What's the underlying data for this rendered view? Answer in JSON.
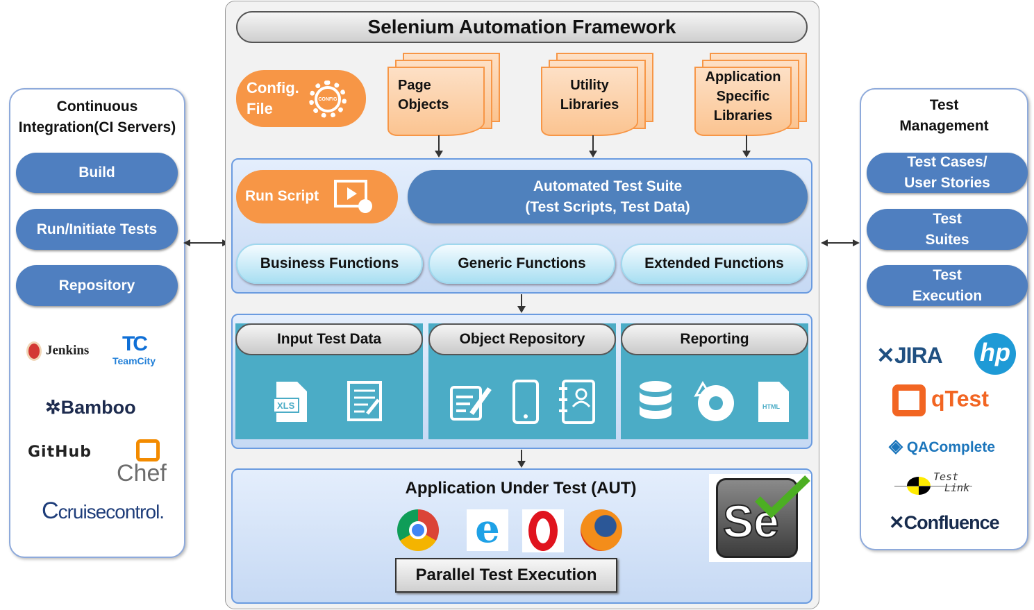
{
  "title": "Selenium Automation Framework",
  "ci": {
    "title_line1": "Continuous",
    "title_line2": "Integration(CI Servers)",
    "buttons": [
      "Build",
      "Run/Initiate Tests",
      "Repository"
    ],
    "logos": {
      "jenkins": "Jenkins",
      "teamcity_mark": "TC",
      "teamcity": "TeamCity",
      "bamboo": "Bamboo",
      "github": "GitHub",
      "chef": "Chef",
      "cruisecontrol": "cruisecontrol."
    }
  },
  "tm": {
    "title_line1": "Test",
    "title_line2": "Management",
    "buttons": [
      [
        "Test Cases/",
        "User Stories"
      ],
      [
        "Test",
        "Suites"
      ],
      [
        "Test",
        "Execution"
      ]
    ],
    "logos": {
      "jira": "JIRA",
      "hp": "hp",
      "qtest": "qTest",
      "qacomplete": "QAComplete",
      "testlink_1": "Test",
      "testlink_2": "Link",
      "confluence": "Confluence"
    }
  },
  "config": {
    "line1": "Config.",
    "line2": "File",
    "badge": "CONFIG"
  },
  "docs": [
    [
      "Page",
      "Objects"
    ],
    [
      "Utility",
      "Libraries"
    ],
    [
      "Application",
      "Specific",
      "Libraries"
    ]
  ],
  "run_script": "Run Script",
  "suite": {
    "line1": "Automated Test Suite",
    "line2": "(Test Scripts, Test Data)"
  },
  "functions": [
    "Business Functions",
    "Generic Functions",
    "Extended Functions"
  ],
  "sections": [
    {
      "title": "Input Test Data",
      "xls": "XLS"
    },
    {
      "title": "Object Repository"
    },
    {
      "title": "Reporting",
      "html": "HTML"
    }
  ],
  "aut": {
    "title": "Application Under Test (AUT)",
    "parallel": "Parallel Test Execution",
    "selenium": "Se"
  },
  "colors": {
    "orange": "#f79646",
    "blue": "#4f7fc0",
    "teal": "#4bacc6"
  }
}
